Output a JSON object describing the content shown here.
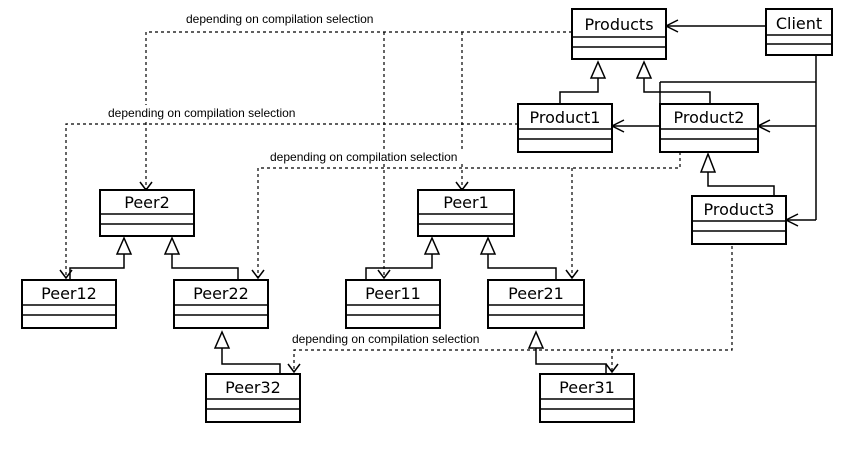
{
  "classes": {
    "products": "Products",
    "client": "Client",
    "product1": "Product1",
    "product2": "Product2",
    "product3": "Product3",
    "peer1": "Peer1",
    "peer2": "Peer2",
    "peer11": "Peer11",
    "peer12": "Peer12",
    "peer21": "Peer21",
    "peer22": "Peer22",
    "peer31": "Peer31",
    "peer32": "Peer32"
  },
  "notes": {
    "top": "depending on compilation selection",
    "left": "depending on compilation selection",
    "middle": "depending on compilation selection",
    "bottom": "depending on compilation selection"
  }
}
